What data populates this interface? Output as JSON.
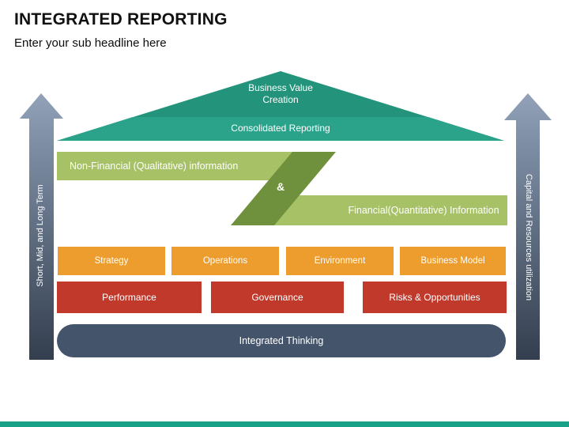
{
  "header": {
    "title": "INTEGRATED REPORTING",
    "subtitle": "Enter your sub headline here"
  },
  "diagram": {
    "apex_label": "Business Value Creation",
    "roof_band_label": "Consolidated Reporting",
    "left_arrow_label": "Short, Mid, and Long Term",
    "right_arrow_label": "Capital and Resources utilization",
    "non_financial_label": "Non-Financial (Qualitative) information",
    "ampersand": "&",
    "financial_label": "Financial(Quantitative) Information",
    "orange_row": [
      "Strategy",
      "Operations",
      "Environment",
      "Business Model"
    ],
    "red_row": [
      "Performance",
      "Governance",
      "Risks & Opportunities"
    ],
    "base_label": "Integrated Thinking"
  },
  "colors": {
    "roof_teal": "#23947B",
    "roof_band_teal": "#2BA38A",
    "light_green": "#A6C166",
    "dark_green": "#6F903C",
    "orange": "#EC9D2E",
    "red": "#C0392B",
    "slate_pill": "#44546A",
    "arrow_gradient_top": "#93A2B8",
    "arrow_gradient_bottom": "#333E4E",
    "bottom_bar_teal": "#19A188"
  }
}
